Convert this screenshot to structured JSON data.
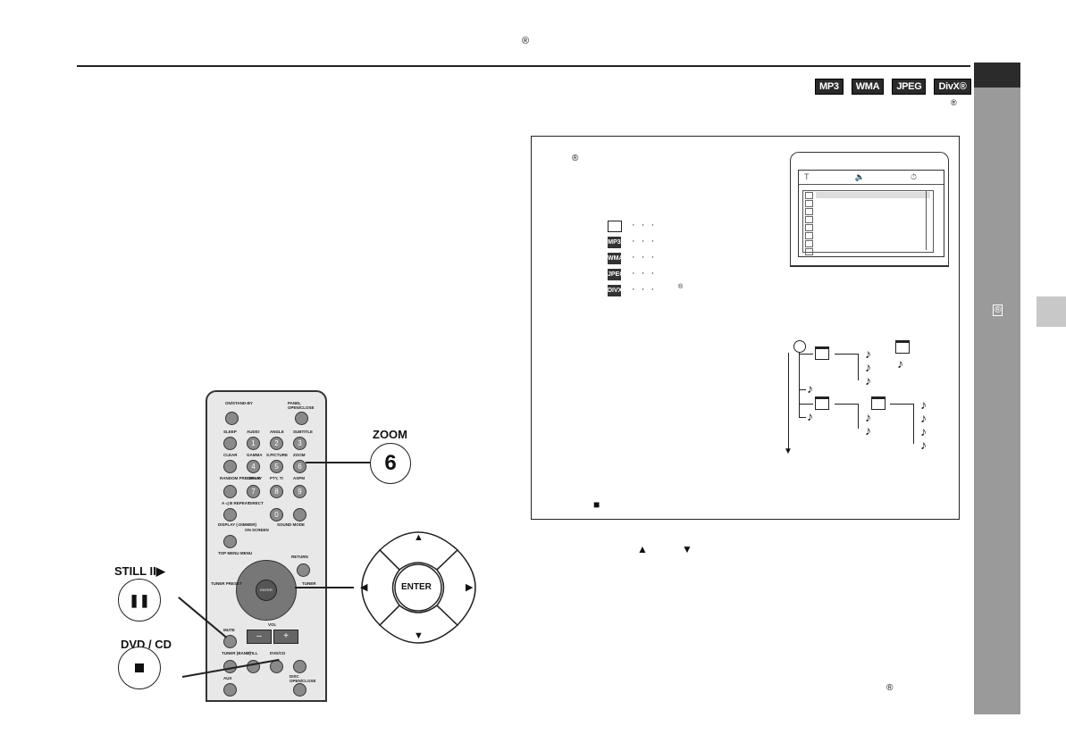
{
  "header": {
    "reg_mark": "®"
  },
  "badges": [
    "MP3",
    "WMA",
    "JPEG",
    "DivX®"
  ],
  "marks": {
    "reg_right": "®",
    "reg_box": "®",
    "reg_small": "®",
    "reg_bottom": "®",
    "side_icon": "®"
  },
  "infobox": {
    "legend": [
      {
        "icon": "folder-icon",
        "dots": "· · ·"
      },
      {
        "icon": "mp3-file-icon",
        "label": "MP3",
        "dots": "· · ·"
      },
      {
        "icon": "wma-file-icon",
        "label": "WMA",
        "dots": "· · ·"
      },
      {
        "icon": "jpeg-file-icon",
        "label": "JPEG",
        "dots": "· · ·"
      },
      {
        "icon": "divx-file-icon",
        "label": "DIVX",
        "dots": "· · ·",
        "reg": "®"
      }
    ],
    "tv_menu_icons": [
      "T",
      "🔈",
      "⏱"
    ],
    "stop_symbol": "■"
  },
  "instruction": {
    "up_arrow": "▲",
    "and": "",
    "down_arrow": "▼"
  },
  "callouts": {
    "zoom_label": "ZOOM",
    "zoom_number": "6",
    "still_label": "STILL II▶",
    "dvdcd_label": "DVD / CD"
  },
  "dpad": {
    "enter": "ENTER",
    "up": "▲",
    "down": "▼",
    "left": "◀",
    "right": "▶"
  },
  "remote": {
    "labels": [
      "ON/STAND-BY",
      "PANEL OPEN/CLOSE",
      "SLEEP",
      "AUDIO",
      "ANGLE",
      "SUBTITLE",
      "CLEAR",
      "GAMMA",
      "S.PICTURE",
      "ZOOM",
      "RANDOM PROGRAM",
      "DISPLAY",
      "PTY, TI",
      "ASPM",
      "A ◁ B REPEAT",
      "DIRECT",
      "DISPLAY (-DIMMER)",
      "ON SCREEN",
      "SOUND MODE",
      "TOP MENU MENU",
      "RETURN",
      "TUNER PRESET",
      "TUNER",
      "MUTE",
      "VOL",
      "TUNER (BAND)",
      "STILL",
      "DVD/CD",
      "AUX",
      "DISC OPEN/CLOSE"
    ],
    "digits": [
      "1",
      "2",
      "3",
      "4",
      "5",
      "6",
      "7",
      "8",
      "9",
      "0"
    ]
  }
}
